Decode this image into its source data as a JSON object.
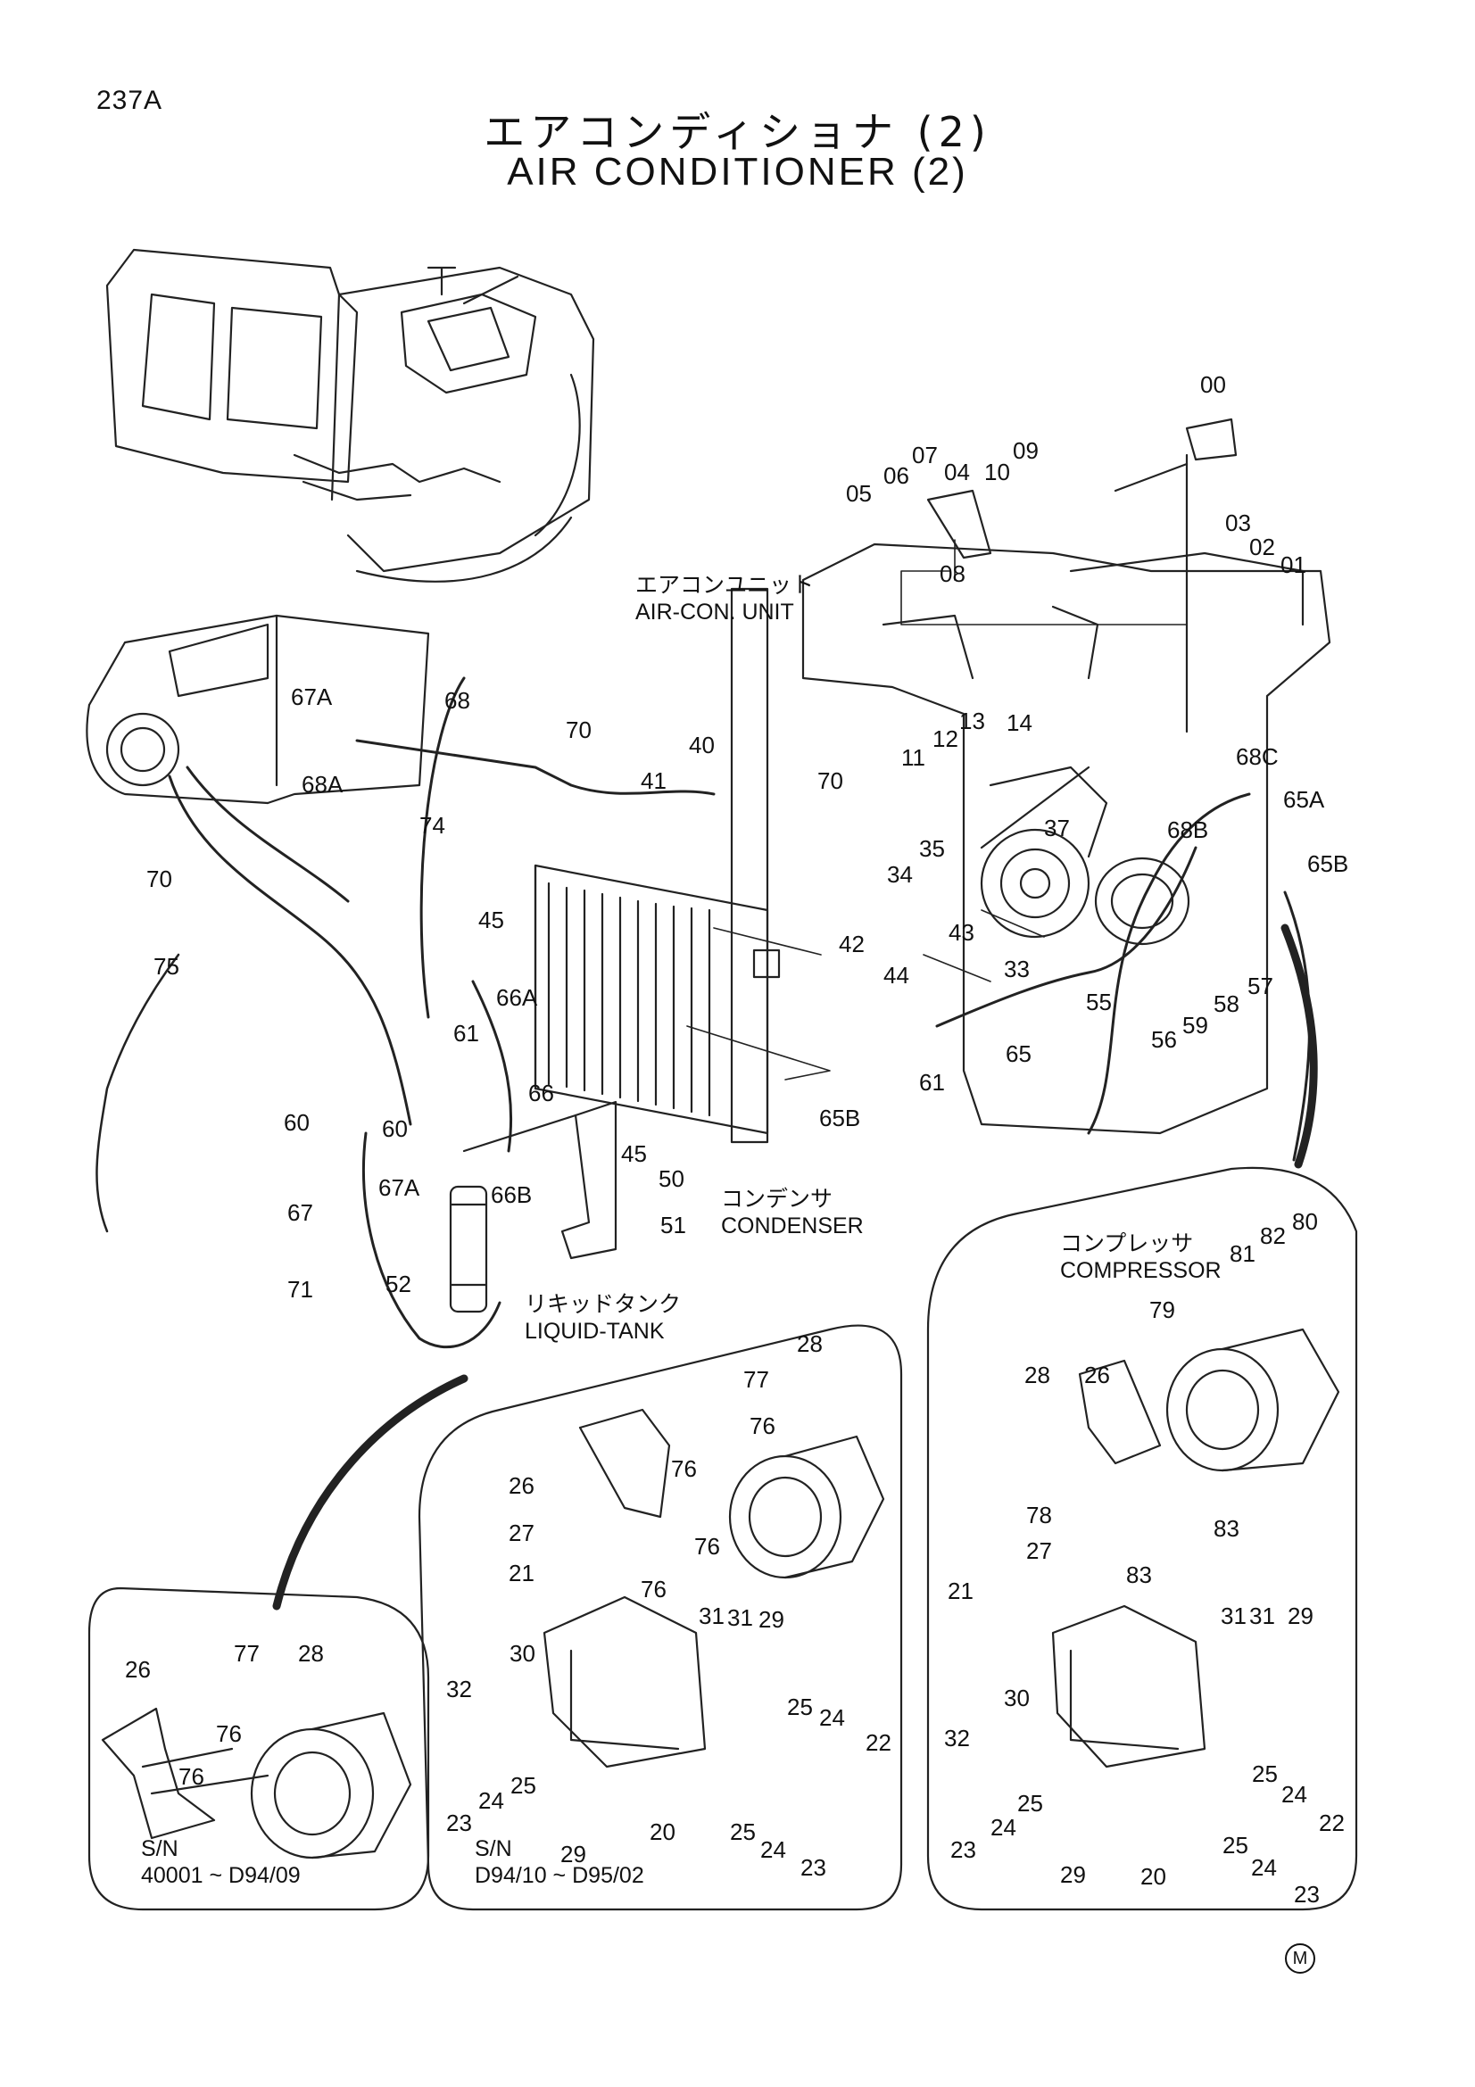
{
  "page_number": "237A",
  "title_jp": "エアコンディショナ (2)",
  "title_en": "AIR CONDITIONER (2)",
  "captions": {
    "air_con_unit_jp": "エアコンユニット",
    "air_con_unit_en": "AIR-CON. UNIT",
    "condenser_jp": "コンデンサ",
    "condenser_en": "CONDENSER",
    "liquid_tank_jp": "リキッドタンク",
    "liquid_tank_en": "LIQUID-TANK",
    "compressor_jp": "コンプレッサ",
    "compressor_en": "COMPRESSOR"
  },
  "serial_notes": [
    {
      "prefix": "S/N",
      "range": "40001 ~ D94/09"
    },
    {
      "prefix": "S/N",
      "range": "D94/10 ~ D95/02"
    }
  ],
  "corner_mark": "M",
  "callouts": {
    "c00": "00",
    "c01": "01",
    "c02": "02",
    "c03": "03",
    "c04": "04",
    "c05": "05",
    "c06": "06",
    "c07": "07",
    "c08": "08",
    "c09": "09",
    "c10": "10",
    "c11": "11",
    "c12": "12",
    "c13": "13",
    "c14": "14",
    "c68c": "68C",
    "c65a": "65A",
    "c68b": "68B",
    "c65b_r": "65B",
    "c67a_t": "67A",
    "c68": "68",
    "c68a": "68A",
    "c70_t": "70",
    "c40": "40",
    "c41": "41",
    "c70_m": "70",
    "c70_l": "70",
    "c74": "74",
    "c37": "37",
    "c35": "35",
    "c34": "34",
    "c45_t": "45",
    "c42": "42",
    "c43": "43",
    "c75": "75",
    "c66a": "66A",
    "c33": "33",
    "c55": "55",
    "c44": "44",
    "c61_l": "61",
    "c61_m": "61",
    "c65_m": "65",
    "c58": "58",
    "c57": "57",
    "c59": "59",
    "c56": "56",
    "c66": "66",
    "c60_l": "60",
    "c60_r": "60",
    "c65b_m": "65B",
    "c45_b": "45",
    "c67a_b": "67A",
    "c66b": "66B",
    "c50": "50",
    "c67": "67",
    "c51": "51",
    "c52": "52",
    "c71": "71",
    "c81": "81",
    "c82": "82",
    "c80": "80",
    "c79": "79",
    "cm_28": "28",
    "cm_77": "77",
    "cm_76a": "76",
    "cm_76b": "76",
    "cm_26": "26",
    "cm_27": "27",
    "cm_76c": "76",
    "cm_21": "21",
    "cm_76d": "76",
    "cm_31a": "31",
    "cm_31b": "31",
    "cm_29a": "29",
    "cm_32": "32",
    "cm_30": "30",
    "cm_25a": "25",
    "cm_24a": "24",
    "cm_22": "22",
    "cm_23a": "23",
    "cm_24b": "24",
    "cm_25b": "25",
    "cm_29b": "29",
    "cm_20": "20",
    "cm_25c": "25",
    "cm_24c": "24",
    "cm_23b": "23",
    "cr_26": "26",
    "cr_28": "28",
    "cr_78": "78",
    "cr_83a": "83",
    "cr_27": "27",
    "cr_83b": "83",
    "cr_21": "21",
    "cr_31a": "31",
    "cr_31b": "31",
    "cr_29a": "29",
    "cr_32": "32",
    "cr_30": "30",
    "cr_25a": "25",
    "cr_24a": "24",
    "cr_22": "22",
    "cr_23a": "23",
    "cr_24b": "24",
    "cr_25b": "25",
    "cr_25c": "25",
    "cr_29b": "29",
    "cr_20": "20",
    "cr_24c": "24",
    "cr_23b": "23",
    "cl_26": "26",
    "cl_77": "77",
    "cl_28": "28",
    "cl_76a": "76",
    "cl_76b": "76"
  }
}
